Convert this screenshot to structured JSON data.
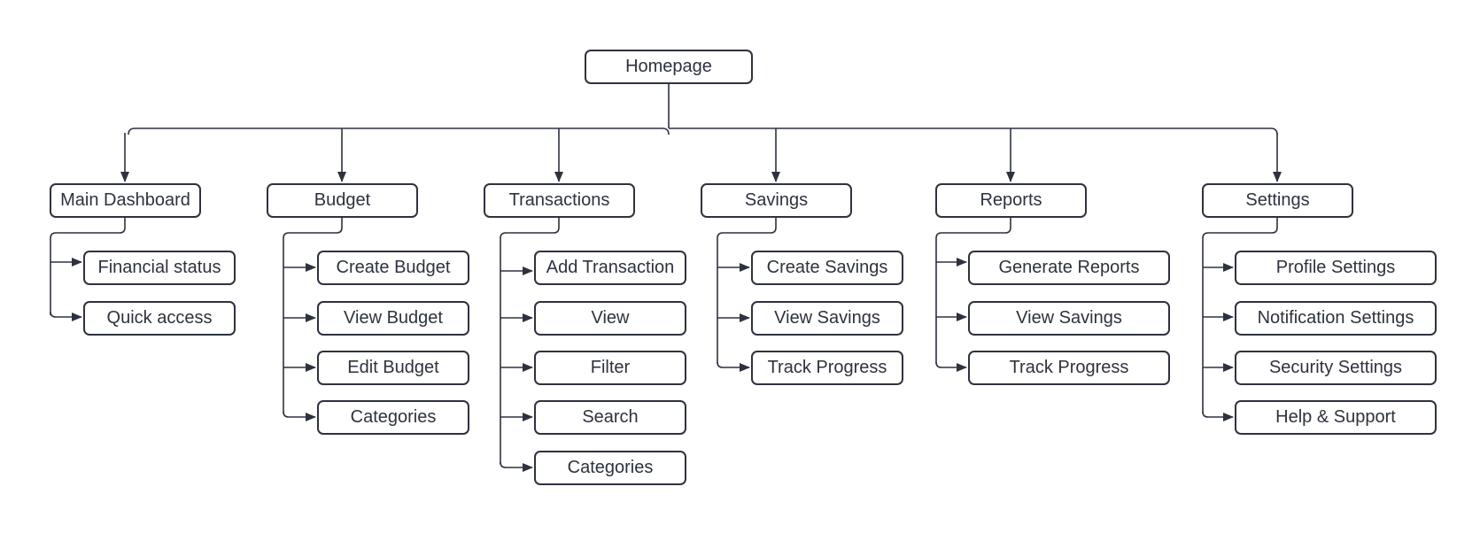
{
  "root": {
    "label": "Homepage"
  },
  "sections": [
    {
      "label": "Main Dashboard",
      "children": [
        "Financial status",
        "Quick access"
      ]
    },
    {
      "label": "Budget",
      "children": [
        "Create Budget",
        "View Budget",
        "Edit Budget",
        "Categories"
      ]
    },
    {
      "label": "Transactions",
      "children": [
        "Add Transaction",
        "View",
        "Filter",
        "Search",
        "Categories"
      ]
    },
    {
      "label": "Savings",
      "children": [
        "Create Savings",
        "View Savings",
        "Track Progress"
      ]
    },
    {
      "label": "Reports",
      "children": [
        "Generate Reports",
        "View Savings",
        "Track Progress"
      ]
    },
    {
      "label": "Settings",
      "children": [
        "Profile Settings",
        "Notification Settings",
        "Security Settings",
        "Help & Support"
      ]
    }
  ]
}
